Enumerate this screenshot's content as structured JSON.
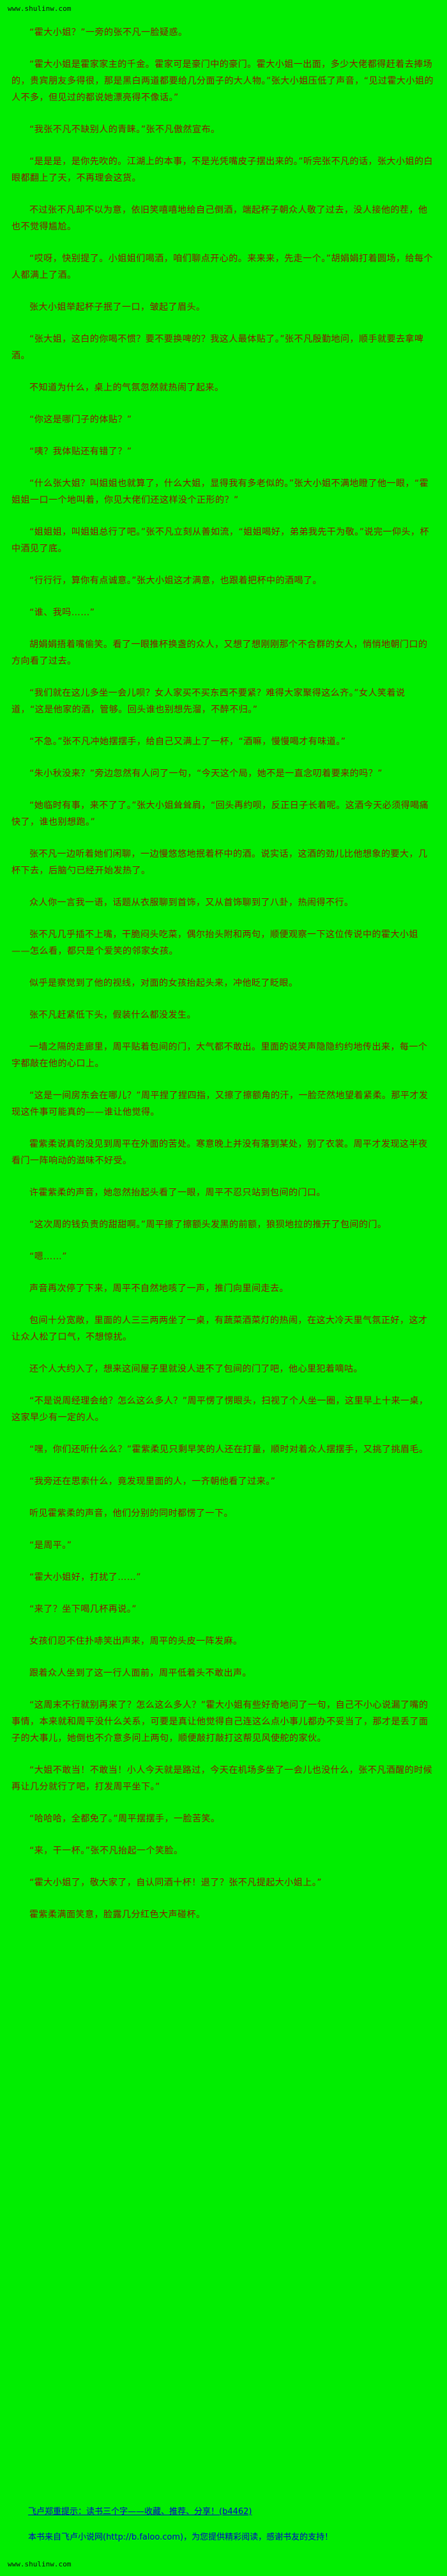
{
  "colors": {
    "background": "#00ee00",
    "text": "#8b1500",
    "link": "#0000cc",
    "watermark": "#111111"
  },
  "watermarks": {
    "top": "www.shulinw.com",
    "bottom": "www.shulinw.com"
  },
  "content": {
    "paragraphs": [
      "“霍大小姐？”一旁的张不凡一脸疑惑。",
      "“霍大小姐是霍家家主的千金。霍家可是豪门中的豪门。霍大小姐一出面，多少大佬都得赶着去捧场的，贵宾朋友多得很，那是黑白两道都要给几分面子的大人物。”张大小姐压低了声音，“见过霍大小姐的人不多，但见过的都说她漂亮得不像话。”",
      "“我张不凡不缺别人的青睐。”张不凡傲然宣布。",
      "“是是是，是你先吹的。江湖上的本事，不是光凭嘴皮子摆出来的。”听完张不凡的话，张大小姐的白眼都翻上了天，不再理会这货。",
      "不过张不凡却不以为意，依旧笑嘻嘻地给自己倒酒，端起杯子朝众人敬了过去，没人接他的茬，他也不觉得尴尬。",
      "“哎呀，快别提了。小姐姐们喝酒，咱们聊点开心的。来来来，先走一个。”胡娟娟打着圆场，给每个人都满上了酒。",
      "张大小姐举起杯子抿了一口，皱起了眉头。",
      "“张大姐，这白的你喝不惯？要不要换啤的？我这人最体贴了。”张不凡殷勤地问，顺手就要去拿啤酒。",
      "不知道为什么，桌上的气氛忽然就热闹了起来。",
      "“你这是哪门子的体贴？”",
      "“咦？我体贴还有错了？”",
      "“什么张大姐？叫姐姐也就算了，什么大姐，显得我有多老似的。”张大小姐不满地瞪了他一眼，“霍姐姐一口一个地叫着，你见大佬们还这样没个正形的？”",
      "“姐姐姐，叫姐姐总行了吧。”张不凡立刻从善如流，“姐姐喝好，弟弟我先干为敬。”说完一仰头，杯中酒见了底。",
      "“行行行，算你有点诚意。”张大小姐这才满意，也跟着把杯中的酒喝了。",
      "“谁、我吗……”",
      "胡娟娟捂着嘴偷笑。看了一眼推杯换盏的众人，又想了想刚刚那个不合群的女人，悄悄地朝门口的方向看了过去。",
      "“我们就在这儿多坐一会儿呗？女人家买不买东西不要紧？难得大家聚得这么齐。”女人笑着说道，“这是他家的酒，管够。回头谁也别想先溜，不醉不归。”",
      "“不急。”张不凡冲她摆摆手，给自己又满上了一杯，“酒嘛，慢慢喝才有味道。”",
      "“朱小秋没来？”旁边忽然有人问了一句，“今天这个局，她不是一直念叨着要来的吗？”",
      "“她临时有事，来不了了。”张大小姐耸耸肩，“回头再约呗，反正日子长着呢。这酒今天必须得喝痛快了，谁也别想跑。”",
      "张不凡一边听着她们闲聊，一边慢悠悠地抿着杯中的酒。说实话，这酒的劲儿比他想象的要大，几杯下去，后脑勺已经开始发热了。",
      "众人你一言我一语，话题从衣服聊到首饰，又从首饰聊到了八卦，热闹得不行。",
      "张不凡几乎插不上嘴，干脆闷头吃菜，偶尔抬头附和两句，顺便观察一下这位传说中的霍大小姐——怎么看，都只是个爱笑的邻家女孩。",
      "似乎是察觉到了他的视线，对面的女孩抬起头来，冲他眨了眨眼。",
      "张不凡赶紧低下头，假装什么都没发生。",
      "一墙之隔的走廊里，周平贴着包间的门，大气都不敢出。里面的说笑声隐隐约约地传出来，每一个字都敲在他的心口上。",
      "“这是一间房东会在哪儿？”周平捏了捏四指，又擦了擦额角的汗，一脸茫然地望着紧柔。那平才发现这件事可能真的——谁让他觉得。",
      "霍紫柔说真的没见到周平在外面的苦处。寒意晚上并没有落到某处，别了衣裳。周平才发现这半夜看门一阵响动的滋味不好受。",
      "许霍紫柔的声音，她忽然抬起头看了一眼，周平不忍只站到包间的门口。",
      "“这次周的钱负责的甜甜啊。”周平擦了擦额头发黑的前额，狼狈地拉的推开了包间的门。",
      "“嗯……”",
      "声音再次停了下来，周平不自然地咳了一声，推门向里间走去。",
      "包间十分宽敞，里面的人三三两两坐了一桌，有蔬菜酒菜灯的热闹，在这大冷天里气氛正好，这才让众人松了口气，不想惊扰。",
      "还个人大约入了，想来这间屋子里就没人进不了包间的门了吧，他心里犯着嘀咕。",
      "“不是说周经理会给？怎么这么多人？”周平愣了愣眼头，扫视了个人坐一圈，这里早上十来一桌，这家早少有一定的人。",
      "“嘿，你们还听什么么？”霍紫柔见只剩早笑的人还在打量，顺时对着众人摆摆手，又挑了挑眉毛。",
      "“我旁还在思索什么，竟发现里面的人，一齐朝他看了过来。”",
      "听见霍紫柔的声音，他们分别的同时都愣了一下。",
      "“是周平。”",
      "“霍大小姐好，打扰了……”",
      "“来了？坐下喝几杯再说。”",
      "女孩们忍不住扑哧笑出声来，周平的头皮一阵发麻。",
      "跟着众人坐到了这一行人面前，周平低着头不敢出声。",
      "“这周末不行就别再来了？怎么这么多人？”霍大小姐有些好奇地问了一句，自己不小心说漏了嘴的事情，本来就和周平没什么关系，可要是真让他觉得自己连这么点小事儿都办不妥当了，那才是丢了面子的大事儿，她倒也不介意多问上两句，顺便敲打敲打这帮见风使舵的家伙。",
      "“大姐不敢当！不敢当！小人今天就是路过，今天在机场多坐了一会儿也没什么，张不凡酒醒的时候再让几分就行了吧，打发周平坐下。”",
      "“哈哈哈，全都免了。”周平摆摆手，一脸苦笑。",
      "“来，干一杯。”张不凡抬起一个笑脸。",
      "“霍大小姐了，敬大家了，自认同酒十杯！退了？张不凡提起大小姐上。”",
      "霍紫柔满面笑意，脸露几分红色大声碰杯。"
    ]
  },
  "footer": {
    "note1": "飞卢郑重提示：读书三个字——收藏、推荐、分享！(b4462)",
    "note2": "本书来自飞卢小说网(http://b.faloo.com)，为您提供精彩阅读，感谢书友的支持！"
  }
}
